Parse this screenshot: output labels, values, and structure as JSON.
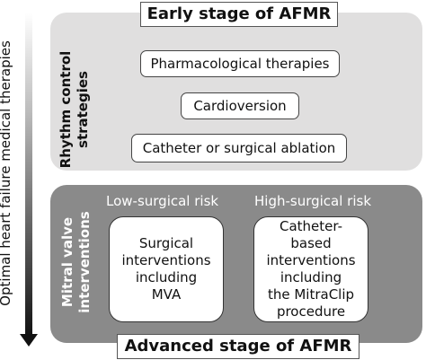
{
  "axis": {
    "label": "Optimal heart failure medical therapies"
  },
  "early": {
    "title": "Early stage of AFMR",
    "side_label": "Rhythm control strategies",
    "items": [
      "Pharmacological therapies",
      "Cardioversion",
      "Catheter or surgical ablation"
    ]
  },
  "advanced": {
    "title": "Advanced stage of AFMR",
    "side_label": "Mitral valve interventions",
    "low_risk": {
      "label": "Low-surgical risk",
      "box": "Surgical\ninterventions\nincluding\nMVA"
    },
    "high_risk": {
      "label": "High-surgical risk",
      "box": "Catheter-based\ninterventions\nincluding\nthe MitraClip\nprocedure"
    }
  },
  "colors": {
    "early_panel": "#e0dfdf",
    "advanced_panel": "#8a8a8a",
    "arrow": "#111111"
  }
}
